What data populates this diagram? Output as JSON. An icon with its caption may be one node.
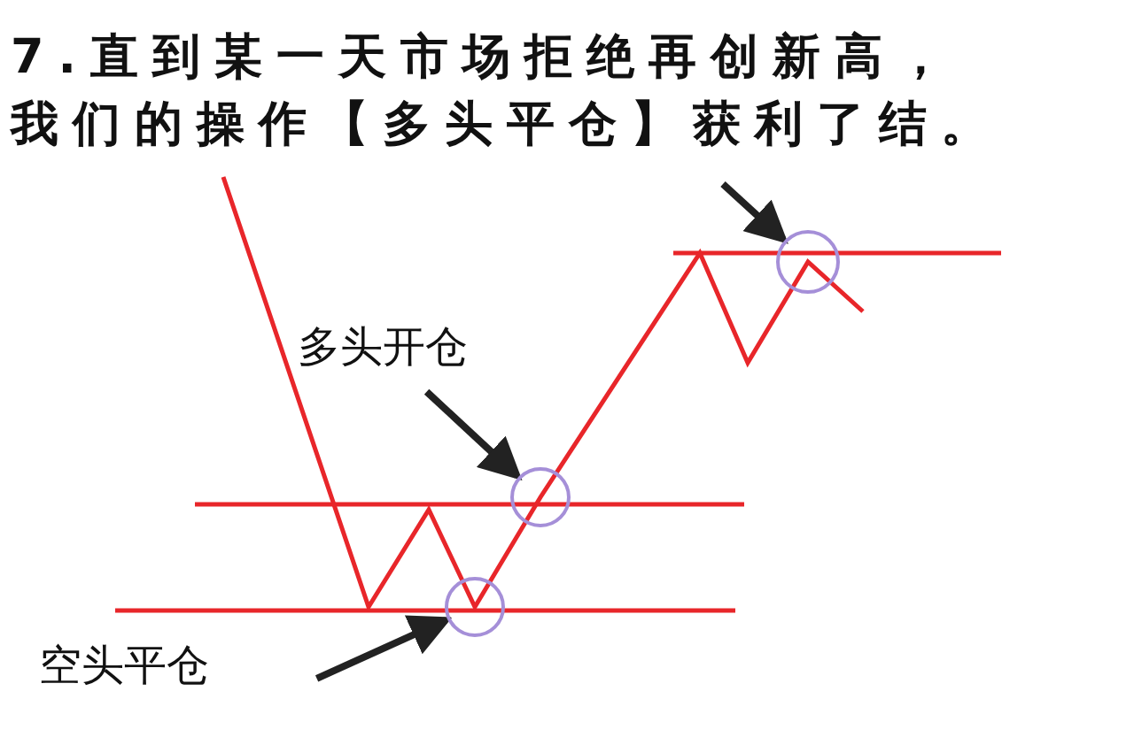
{
  "diagram": {
    "title": "7.直到某一天市场拒绝再创新高，我们的操作【多头平仓】获利了结。",
    "nodes": [
      {
        "text": [
          "多头开仓"
        ]
      },
      {
        "text": [],
        "shape": "circle"
      },
      {
        "text": [
          "空头平仓"
        ]
      },
      {
        "text": [],
        "shape": "circle"
      },
      {
        "text": [],
        "shape": "circle"
      }
    ],
    "edges": [
      {
        "from": 0,
        "to": 1,
        "arrow": "to"
      },
      {
        "from": 2,
        "to": 3,
        "arrow": "to"
      },
      {
        "from": null,
        "to": 4,
        "arrow": "to"
      }
    ]
  }
}
